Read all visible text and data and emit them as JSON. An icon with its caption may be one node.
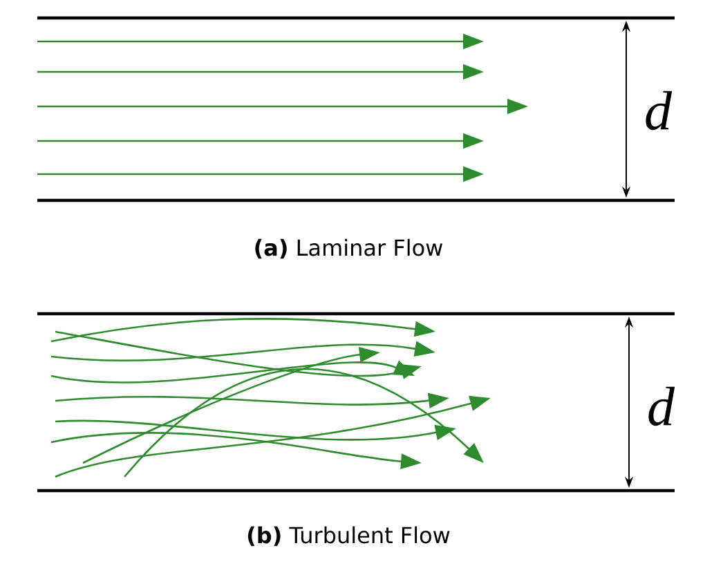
{
  "diagram": {
    "labels": [
      "d",
      "**(a)** Laminar Flow",
      "d",
      "**(b)** Turbulent Flow"
    ]
  }
}
